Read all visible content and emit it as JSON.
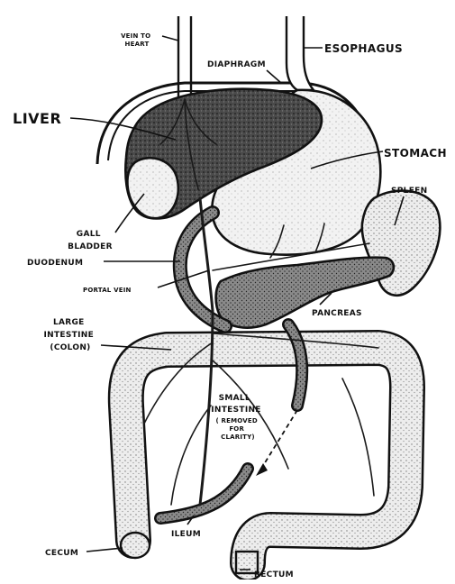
{
  "diagram": {
    "labels": {
      "vein_to_heart": [
        "VEIN TO",
        "HEART"
      ],
      "esophagus": "ESOPHAGUS",
      "diaphragm": "DIAPHRAGM",
      "liver": "LIVER",
      "stomach": "STOMACH",
      "spleen": "SPLEEN",
      "gall_bladder": [
        "GALL",
        "BLADDER"
      ],
      "duodenum": "DUODENUM",
      "portal_vein": "PORTAL VEIN",
      "pancreas": "PANCREAS",
      "large_intestine": [
        "LARGE",
        "INTESTINE",
        "(COLON)"
      ],
      "small_intestine": [
        "SMALL",
        "INTESTINE"
      ],
      "small_intestine_note": [
        "( REMOVED",
        "FOR",
        "CLARITY)"
      ],
      "ileum": "ILEUM",
      "cecum": "CECUM",
      "rectum": "RECTUM"
    }
  }
}
